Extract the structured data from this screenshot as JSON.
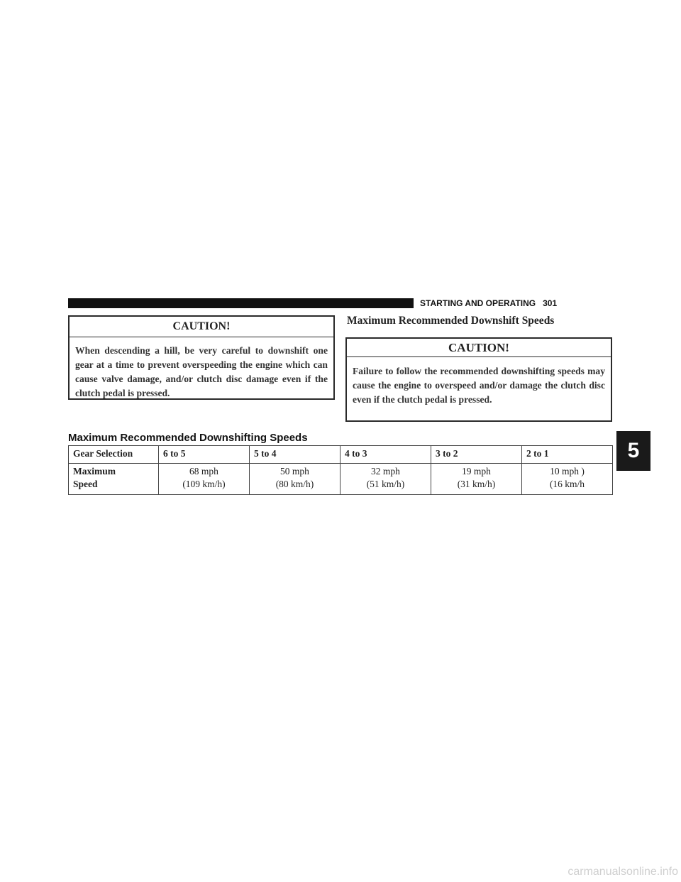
{
  "header": {
    "section": "STARTING AND OPERATING",
    "page_number": "301"
  },
  "caution_left": {
    "title": "CAUTION!",
    "text": "When descending a hill, be very careful to downshift one gear at a time to prevent overspeeding the engine which can cause valve damage, and/or clutch disc damage even if the clutch pedal is pressed."
  },
  "section_heading": "Maximum Recommended Downshift Speeds",
  "caution_right": {
    "title": "CAUTION!",
    "text": "Failure to follow the recommended downshifting speeds may cause the engine to overspeed and/or damage the clutch disc even if the clutch pedal is pressed."
  },
  "table": {
    "title": "Maximum Recommended Downshifting Speeds",
    "header_label": "Gear Selection",
    "columns": [
      "6 to 5",
      "5 to 4",
      "4 to 3",
      "3 to 2",
      "2 to 1"
    ],
    "row_label_line1": "Maximum",
    "row_label_line2": "Speed",
    "values": [
      {
        "mph": "68 mph",
        "kmh": "(109 km/h)"
      },
      {
        "mph": "50 mph",
        "kmh": "(80 km/h)"
      },
      {
        "mph": "32 mph",
        "kmh": "(51 km/h)"
      },
      {
        "mph": "19 mph",
        "kmh": "(31 km/h)"
      },
      {
        "mph": "10 mph )",
        "kmh": "(16 km/h"
      }
    ]
  },
  "chapter_tab": "5",
  "watermark": "carmanualsonline.info"
}
